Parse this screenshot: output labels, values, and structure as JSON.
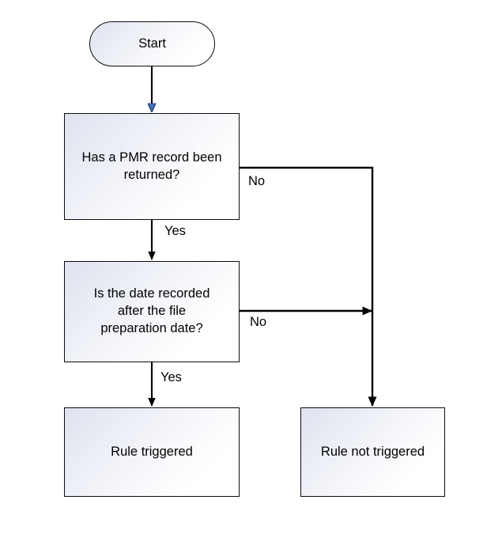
{
  "diagram": {
    "title": "PMR record date rule flowchart",
    "background": "#ffffff",
    "border_color": "#0d0d0d",
    "fill_gradient_start": "#dfe3ef",
    "fill_gradient_end": "#ffffff",
    "connector_color": "#000000",
    "start_arrow_color": "#4472c4"
  },
  "nodes": {
    "start": {
      "label": "Start",
      "shape": "terminator"
    },
    "decision_pmr": {
      "label": "Has a PMR record been\nreturned?",
      "shape": "process"
    },
    "decision_date": {
      "label": "Is the date recorded\nafter the file\npreparation date?",
      "shape": "process"
    },
    "rule_triggered": {
      "label": "Rule triggered",
      "shape": "process"
    },
    "rule_not_triggered": {
      "label": "Rule not triggered",
      "shape": "process"
    }
  },
  "edge_labels": {
    "pmr_no": "No",
    "pmr_yes": "Yes",
    "date_no": "No",
    "date_yes": "Yes"
  }
}
